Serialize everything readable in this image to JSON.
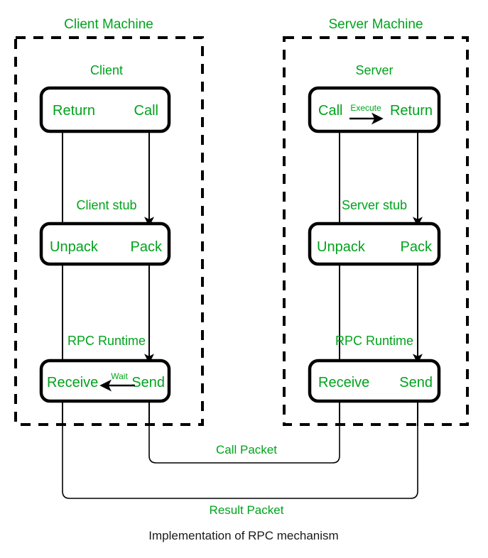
{
  "figure": {
    "caption": "Implementation of RPC mechanism",
    "accent_color": "#00a31c",
    "line_color": "#000000",
    "background": "#ffffff"
  },
  "machines": [
    {
      "id": "client-machine",
      "title": "Client Machine",
      "layers": [
        {
          "id": "client",
          "label": "Client",
          "left_port": "Return",
          "right_port": "Call",
          "inner_label": "",
          "inner_arrow": "none"
        },
        {
          "id": "client-stub",
          "label": "Client stub",
          "left_port": "Unpack",
          "right_port": "Pack",
          "inner_label": "",
          "inner_arrow": "none"
        },
        {
          "id": "client-rpc-runtime",
          "label": "RPC Runtime",
          "left_port": "Receive",
          "right_port": "Send",
          "inner_label": "Wait",
          "inner_arrow": "left"
        }
      ]
    },
    {
      "id": "server-machine",
      "title": "Server Machine",
      "layers": [
        {
          "id": "server",
          "label": "Server",
          "left_port": "Call",
          "right_port": "Return",
          "inner_label": "Execute",
          "inner_arrow": "right"
        },
        {
          "id": "server-stub",
          "label": "Server stub",
          "left_port": "Unpack",
          "right_port": "Pack",
          "inner_label": "",
          "inner_arrow": "none"
        },
        {
          "id": "server-rpc-runtime",
          "label": "RPC Runtime",
          "left_port": "Receive",
          "right_port": "Send",
          "inner_label": "",
          "inner_arrow": "none"
        }
      ]
    }
  ],
  "packets": [
    {
      "id": "call-packet",
      "label": "Call Packet",
      "from": "client-rpc-runtime.Send",
      "to": "server-rpc-runtime.Receive"
    },
    {
      "id": "result-packet",
      "label": "Result Packet",
      "from": "server-rpc-runtime.Send",
      "to": "client-rpc-runtime.Receive"
    }
  ]
}
